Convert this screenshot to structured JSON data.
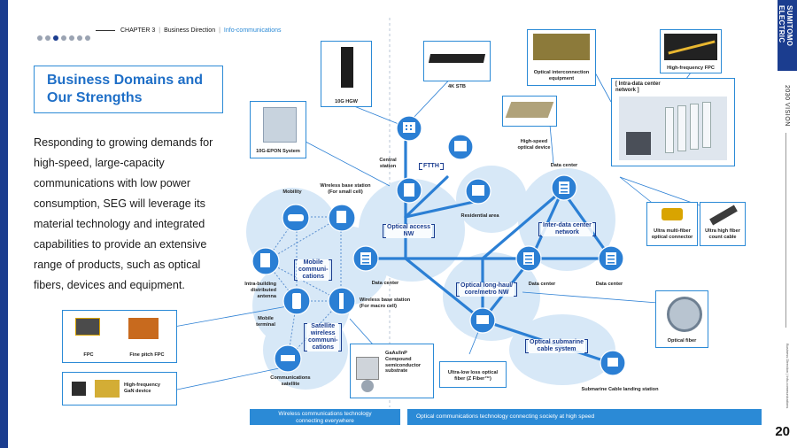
{
  "header": {
    "chapter": "CHAPTER 3",
    "section": "Business Direction",
    "subsection": "Info-communications"
  },
  "brand": {
    "company": "SUMITOMO ELECTRIC",
    "vision": "2030 VISION",
    "side_note": "Business Direction  |  Info-communications"
  },
  "page_number": "20",
  "title": {
    "line1": "Business Domains and",
    "line2": "Our Strengths"
  },
  "body": "Responding to growing demands for high-speed, large-capacity communications with low power consumption, SEG will leverage its material technology and integrated capabilities to provide an extensive range of products, such as optical fibers, devices and equipment.",
  "network_labels": {
    "optical_access": "Optical access\nNW",
    "ftth": "FTTH",
    "inter_dc": "Inter-data center\nnetwork",
    "long_haul": "Optical long-haul/\ncore/metro NW",
    "submarine": "Optical submarine\ncable system",
    "mobile_comm": "Mobile\ncommuni-\ncations",
    "satellite_comm": "Satellite\nwireless\ncommuni-\ncations",
    "intra_dc": "[ Intra-data center\nnetwork ]"
  },
  "node_labels": {
    "mobility": "Mobility",
    "wireless_small": "Wireless base station\n(For small cell)",
    "central_station": "Central\nstation",
    "residential": "Residential area",
    "dc_top": "Data center",
    "dc_access": "Data center",
    "dc_mid": "Data center",
    "dc_right": "Data center",
    "intra_building": "Intra-building\ndistributed\nantenna",
    "mobile_terminal": "Mobile\nterminal",
    "wireless_macro": "Wireless base station\n(For macro cell)",
    "comm_satellite": "Communications\nsatellite",
    "submarine_landing": "Submarine Cable landing station"
  },
  "products": {
    "hgw": "10G HGW",
    "stb": "4K STB",
    "epon": "10G-EPON System",
    "optical_interconnect": "Optical interconnection\nequipment",
    "hf_fpc": "High-frequency FPC",
    "hs_optical": "High-speed\noptical device",
    "ultra_multi": "Ultra multi-fiber\noptical connector",
    "ultra_high": "Ultra high fiber\ncount cable",
    "optical_fiber": "Optical fiber",
    "fpc": "FPC",
    "fine_fpc": "Fine pitch FPC",
    "gan": "High-frequency\nGaN device",
    "gaas": "GaAs/InP\nCompound\nsemiconductor\nsubstrate",
    "ultra_low": "Ultra-low loss optical\nfiber (Z Fiber™)"
  },
  "footer": {
    "wireless": "Wireless communications technology\nconnecting everywhere",
    "optical": "Optical communications technology connecting society at high speed"
  },
  "colors": {
    "navy": "#1b3d8f",
    "accent": "#2b8ad6",
    "bubble": "#d7e8f7",
    "line": "#2b7fd4"
  }
}
